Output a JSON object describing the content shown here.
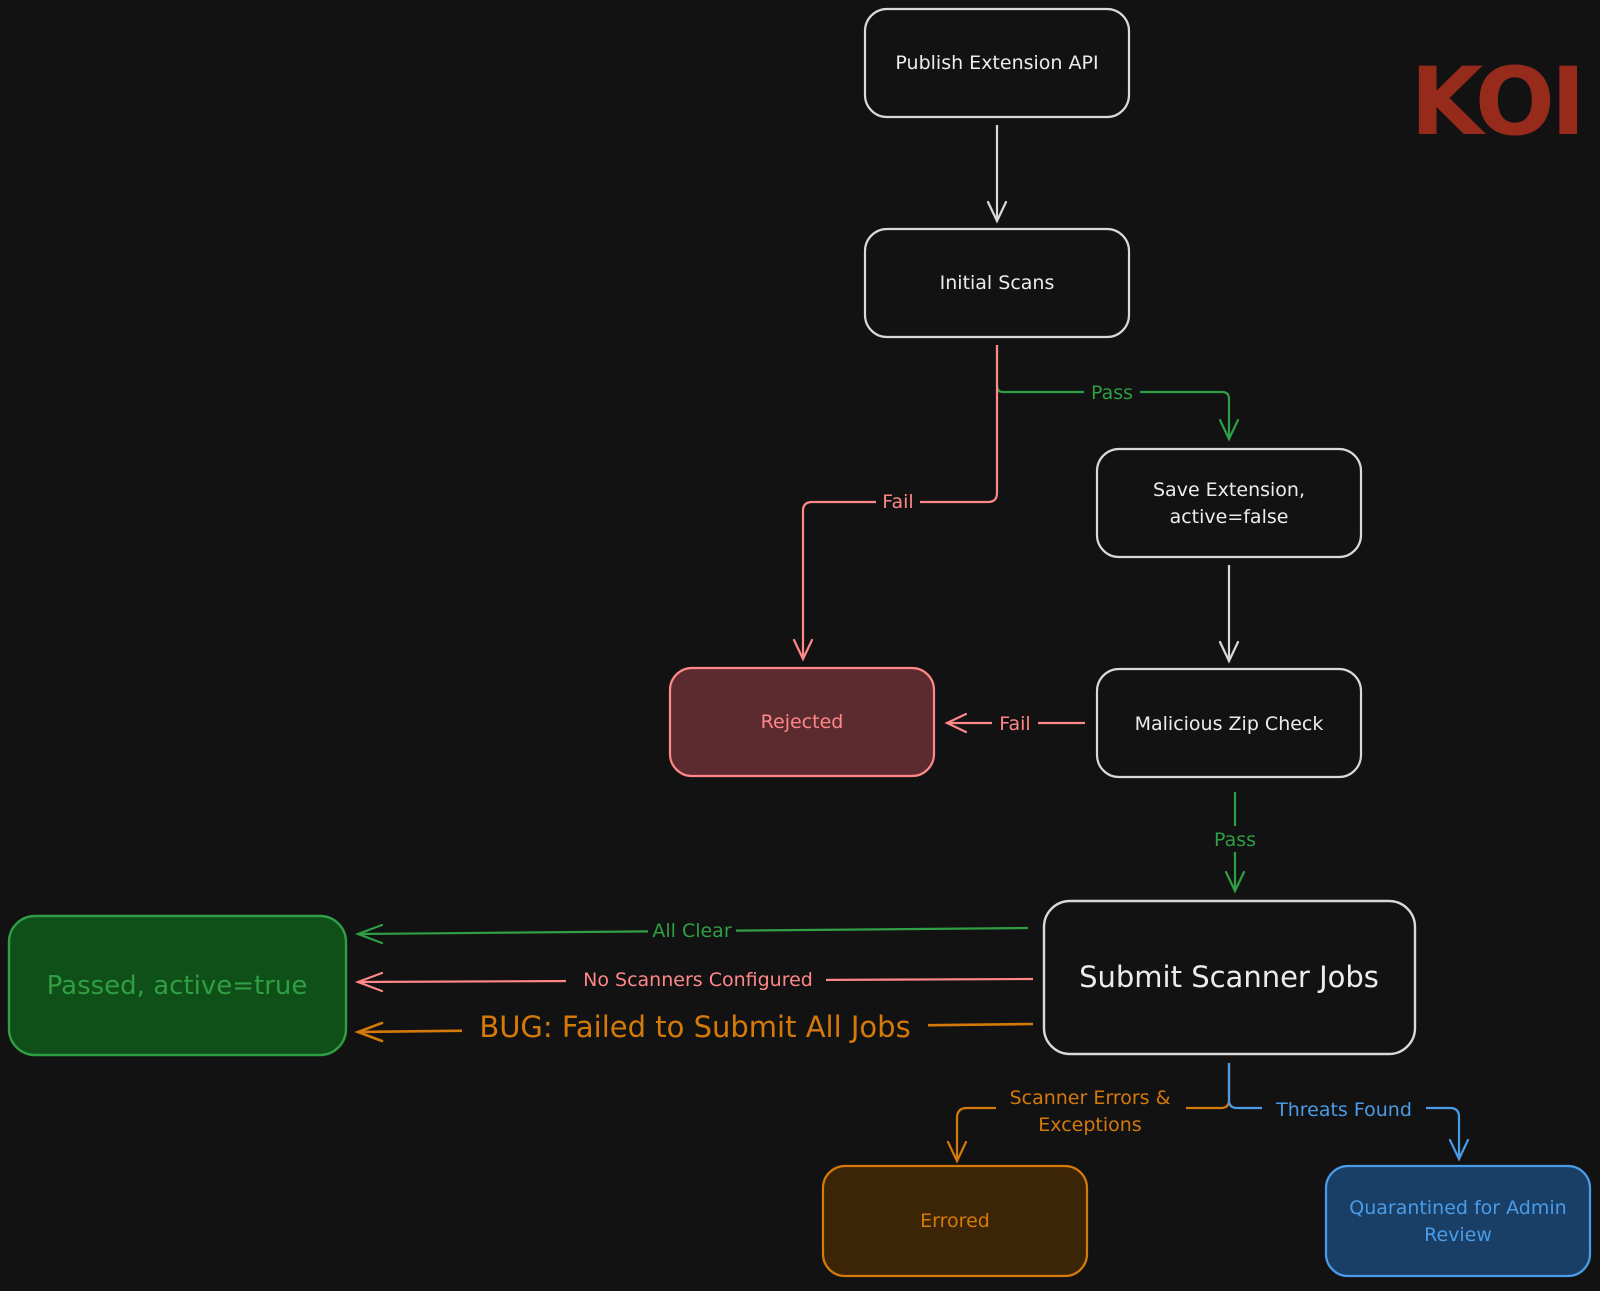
{
  "logo": {
    "text": "KOI",
    "color": "#962a1b"
  },
  "colors": {
    "background": "#121212",
    "neutral_stroke": "#d9d9d9",
    "neutral_fill": "#121212",
    "neutral_text": "#ececec",
    "green": "#2f9e44",
    "green_fill": "#0f5018",
    "red": "#ff8787",
    "red_fill": "#5c2b2f",
    "orange": "#d57a09",
    "orange_fill": "#3b2506",
    "blue": "#4a9ce8",
    "blue_fill": "#1a3f66"
  },
  "nodes": {
    "publish_api": "Publish Extension API",
    "initial_scans": "Initial Scans",
    "save_extension_line1": "Save Extension,",
    "save_extension_line2": "active=false",
    "rejected": "Rejected",
    "malicious_zip_check": "Malicious Zip Check",
    "submit_scanner_jobs": "Submit Scanner Jobs",
    "passed": "Passed, active=true",
    "errored": "Errored",
    "quarantined_line1": "Quarantined for Admin",
    "quarantined_line2": "Review"
  },
  "edges": {
    "pass_1": "Pass",
    "fail_1": "Fail",
    "fail_2": "Fail",
    "pass_2": "Pass",
    "all_clear": "All Clear",
    "no_scanners": "No Scanners Configured",
    "bug": "BUG: Failed to Submit All Jobs",
    "scanner_errors_line1": "Scanner Errors &",
    "scanner_errors_line2": "Exceptions",
    "threats_found": "Threats Found"
  }
}
